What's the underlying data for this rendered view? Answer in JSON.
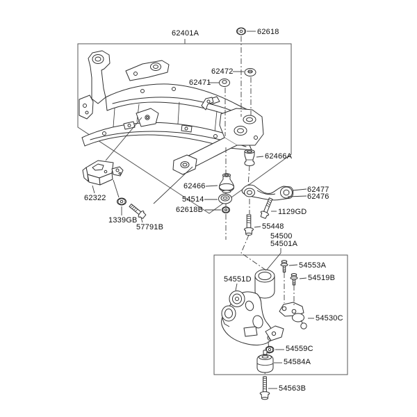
{
  "diagram": {
    "background": "#ffffff",
    "line_color": "#2f2f2f",
    "label_color": "#0e0e0e",
    "labels": {
      "p62401A": "62401A",
      "p62618": "62618",
      "p62472": "62472",
      "p62471": "62471",
      "p62466A": "62466A",
      "p62322": "62322",
      "p62466": "62466",
      "p54514": "54514",
      "p62618B": "62618B",
      "p1339GB": "1339GB",
      "p57791B": "57791B",
      "p62477": "62477",
      "p62476": "62476",
      "p1129GD": "1129GD",
      "p55448": "55448",
      "p54500": "54500",
      "p54501A": "54501A",
      "p54553A": "54553A",
      "p54519B": "54519B",
      "p54551D": "54551D",
      "p54530C": "54530C",
      "p54559C": "54559C",
      "p54584A": "54584A",
      "p54563B": "54563B"
    }
  }
}
